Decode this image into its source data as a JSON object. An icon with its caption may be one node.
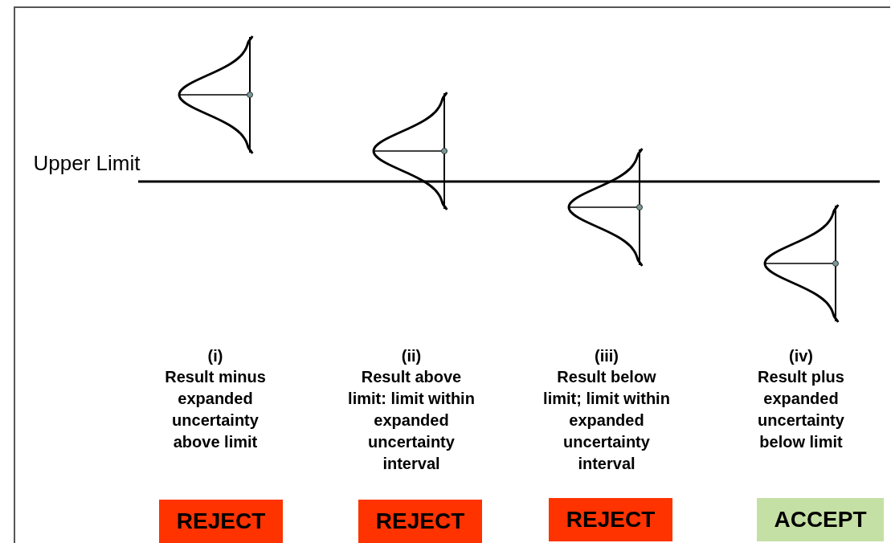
{
  "diagram": {
    "nodes": [
      {
        "text": [
          "REJECT"
        ]
      },
      {
        "text": [
          "REJECT"
        ]
      },
      {
        "text": [
          "REJECT"
        ]
      },
      {
        "text": [
          "ACCEPT"
        ]
      }
    ],
    "labels": [
      "Upper Limit",
      "(i)",
      "Result minus expanded uncertainty above limit",
      "(ii)",
      "Result above limit: limit within expanded uncertainty interval",
      "(iii)",
      "Result below limit; limit within expanded uncertainty interval",
      "(iv)",
      "Result plus expanded uncertainty below limit"
    ]
  }
}
